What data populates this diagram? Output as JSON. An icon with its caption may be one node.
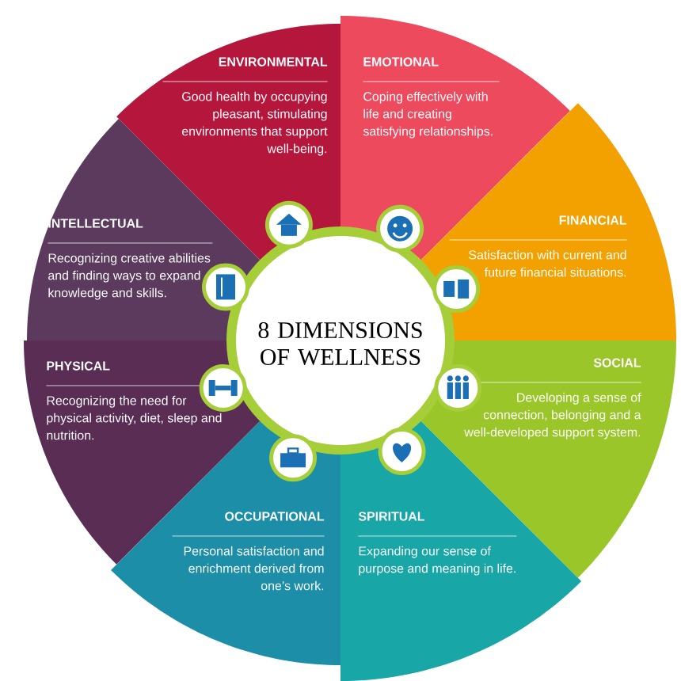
{
  "diagram": {
    "nodes": [
      {
        "text": [
          "8 DIMENSIONS OF WELLNESS"
        ]
      },
      {
        "text": [
          "ENVIRONMENTAL",
          "Good health by occupying pleasant, stimulating environments that support well-being."
        ]
      },
      {
        "text": [
          "EMOTIONAL",
          "Coping effectively with life and creating satisfying relationships."
        ]
      },
      {
        "text": [
          "FINANCIAL",
          "Satisfaction with current and future financial situations."
        ]
      },
      {
        "text": [
          "SOCIAL",
          "Developing a sense of connection, belonging and a well-developed support system."
        ]
      },
      {
        "text": [
          "SPIRITUAL",
          "Expanding our sense of purpose and meaning in life."
        ]
      },
      {
        "text": [
          "OCCUPATIONAL",
          "Personal satisfaction and enrichment derived from one’s work."
        ]
      },
      {
        "text": [
          "PHYSICAL",
          "Recognizing the need for physical activity, diet, sleep and nutrition."
        ]
      },
      {
        "text": [
          "INTELLECTUAL",
          "Recognizing creative abilities and finding ways to expand knowledge and skills."
        ]
      }
    ]
  }
}
